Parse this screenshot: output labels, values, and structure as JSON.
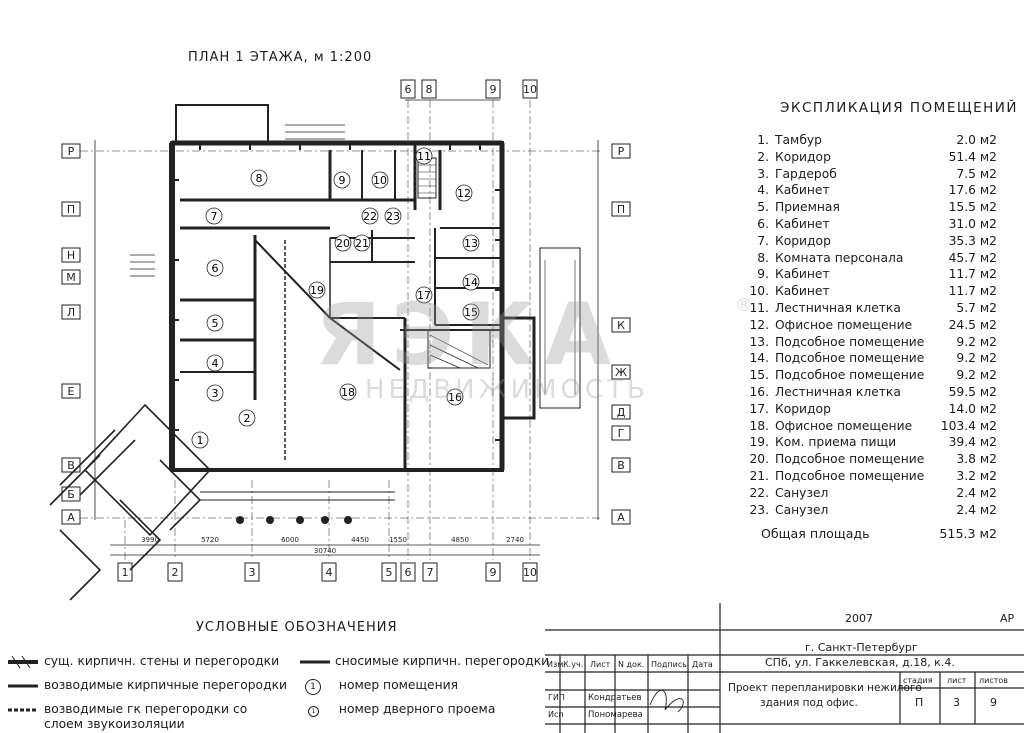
{
  "plan_title": "ПЛАН 1 ЭТАЖА, м 1:200",
  "explication_title": "ЭКСПЛИКАЦИЯ ПОМЕЩЕНИЙ",
  "rooms": [
    {
      "num": "1.",
      "name": "Тамбур",
      "area": "2.0 м2"
    },
    {
      "num": "2.",
      "name": "Коридор",
      "area": "51.4 м2"
    },
    {
      "num": "3.",
      "name": "Гардероб",
      "area": "7.5 м2"
    },
    {
      "num": "4.",
      "name": "Кабинет",
      "area": "17.6 м2"
    },
    {
      "num": "5.",
      "name": "Приемная",
      "area": "15.5 м2"
    },
    {
      "num": "6.",
      "name": "Кабинет",
      "area": "31.0 м2"
    },
    {
      "num": "7.",
      "name": "Коридор",
      "area": "35.3 м2"
    },
    {
      "num": "8.",
      "name": "Комната персонала",
      "area": "45.7 м2"
    },
    {
      "num": "9.",
      "name": "Кабинет",
      "area": "11.7 м2"
    },
    {
      "num": "10.",
      "name": "Кабинет",
      "area": "11.7 м2"
    },
    {
      "num": "11.",
      "name": "Лестничная клетка",
      "area": "5.7 м2"
    },
    {
      "num": "12.",
      "name": "Офисное помещение",
      "area": "24.5 м2"
    },
    {
      "num": "13.",
      "name": "Подсобное помещение",
      "area": "9.2 м2"
    },
    {
      "num": "14.",
      "name": "Подсобное помещение",
      "area": "9.2 м2"
    },
    {
      "num": "15.",
      "name": "Подсобное помещение",
      "area": "9.2 м2"
    },
    {
      "num": "16.",
      "name": "Лестничная клетка",
      "area": "59.5 м2"
    },
    {
      "num": "17.",
      "name": "Коридор",
      "area": "14.0 м2"
    },
    {
      "num": "18.",
      "name": "Офисное помещение",
      "area": "103.4 м2"
    },
    {
      "num": "19.",
      "name": "Ком. приема пищи",
      "area": "39.4 м2"
    },
    {
      "num": "20.",
      "name": "Подсобное помещение",
      "area": "3.8 м2"
    },
    {
      "num": "21.",
      "name": "Подсобное помещение",
      "area": "3.2 м2"
    },
    {
      "num": "22.",
      "name": "Санузел",
      "area": "2.4 м2"
    },
    {
      "num": "23.",
      "name": "Санузел",
      "area": "2.4 м2"
    }
  ],
  "total_label": "Общая площадь",
  "total_area": "515.3 м2",
  "legend": {
    "title": "УСЛОВНЫЕ ОБОЗНАЧЕНИЯ",
    "items": [
      "сущ. кирпичн. стены и перегородки",
      "возводимые кирпичные перегородки",
      "возводимые гк перегородки со",
      "слоем звукоизоляции",
      "сносимые кирпичн. перегородки",
      "номер помещения",
      "номер дверного проема"
    ],
    "room_sym": "1",
    "door_sym": "1"
  },
  "watermark": {
    "big": "ЯЭКА",
    "small": "НЕДВИЖИМОСТЬ",
    "reg": "®"
  },
  "axes_top": [
    "6",
    "8",
    "9",
    "10"
  ],
  "axes_bottom": [
    "1",
    "2",
    "3",
    "4",
    "5",
    "6",
    "7",
    "9",
    "10"
  ],
  "axes_left": [
    "Р",
    "П",
    "Н",
    "М",
    "Л",
    "Е",
    "В",
    "Б",
    "А"
  ],
  "axes_right": [
    "Р",
    "П",
    "К",
    "Ж",
    "Д",
    "Г",
    "В",
    "А"
  ],
  "dims_bottom": [
    "3990",
    "5720",
    "6000",
    "4450",
    "1550",
    "4850",
    "2740"
  ],
  "dim_total": "30740",
  "room_labels": [
    "1",
    "2",
    "3",
    "4",
    "5",
    "6",
    "7",
    "8",
    "9",
    "10",
    "11",
    "12",
    "13",
    "14",
    "15",
    "16",
    "17",
    "18",
    "19",
    "20",
    "21",
    "22",
    "23"
  ],
  "stamp": {
    "year": "2007",
    "sheet_code": "АР",
    "city": "г. Санкт-Петербург",
    "address": "СПб, ул. Гаккелевская, д.18, к.4.",
    "project_line1": "Проект перепланировки нежилого",
    "project_line2": "здания под офис.",
    "head_cols": [
      "Изм.",
      "К.уч.",
      "Лист",
      "N док.",
      "Подпись",
      "Дата"
    ],
    "gip_label": "ГИП",
    "gip_name": "Кондратьев",
    "isp_label": "Исп",
    "isp_name": "Пономарева",
    "stage_label": "стадия",
    "sheet_label": "лист",
    "sheets_label": "листов",
    "stage": "П",
    "sheet": "3",
    "sheets": "9"
  }
}
